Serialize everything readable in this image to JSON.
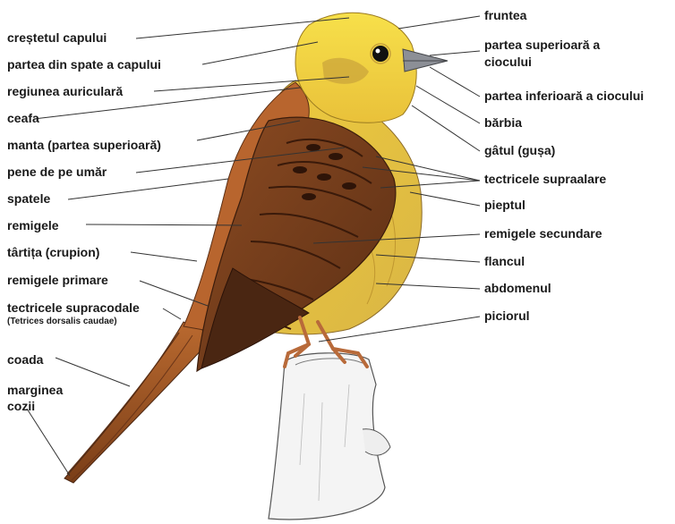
{
  "labels_left": {
    "crestetul": "creștetul capului",
    "spate_cap": "partea din spate a capului",
    "auriculara": "regiunea auriculară",
    "ceafa": "ceafa",
    "manta": "manta (partea superioară)",
    "umar": "pene de pe umăr",
    "spatele": "spatele",
    "remigele": "remigele",
    "tartita": "târtița (crupion)",
    "primare": "remigele primare",
    "supracodale": "tectricele supracodale",
    "supracodale_latin": "(Tetrices dorsalis caudae)",
    "coada": "coada",
    "marginea_1": "marginea",
    "marginea_2": "cozii"
  },
  "labels_right": {
    "fruntea": "fruntea",
    "cioc_sup_1": "partea superioară a",
    "cioc_sup_2": "ciocului",
    "cioc_inf": "partea inferioară a ciocului",
    "barbia": "bărbia",
    "gatul": "gâtul (gușa)",
    "supraalare": "tectricele supraalare",
    "pieptul": "pieptul",
    "secundare": "remigele secundare",
    "flancul": "flancul",
    "abdomenul": "abdomenul",
    "piciorul": "piciorul"
  },
  "colors": {
    "head_yellow": "#f2d33a",
    "breast_yellow": "#e8c43a",
    "wing_brown": "#8a4a22",
    "back_rufous": "#b8652e",
    "dark_streak": "#4a2612",
    "beak": "#8c8f96",
    "perch": "#f2f2f2",
    "leader_line": "#333333"
  }
}
